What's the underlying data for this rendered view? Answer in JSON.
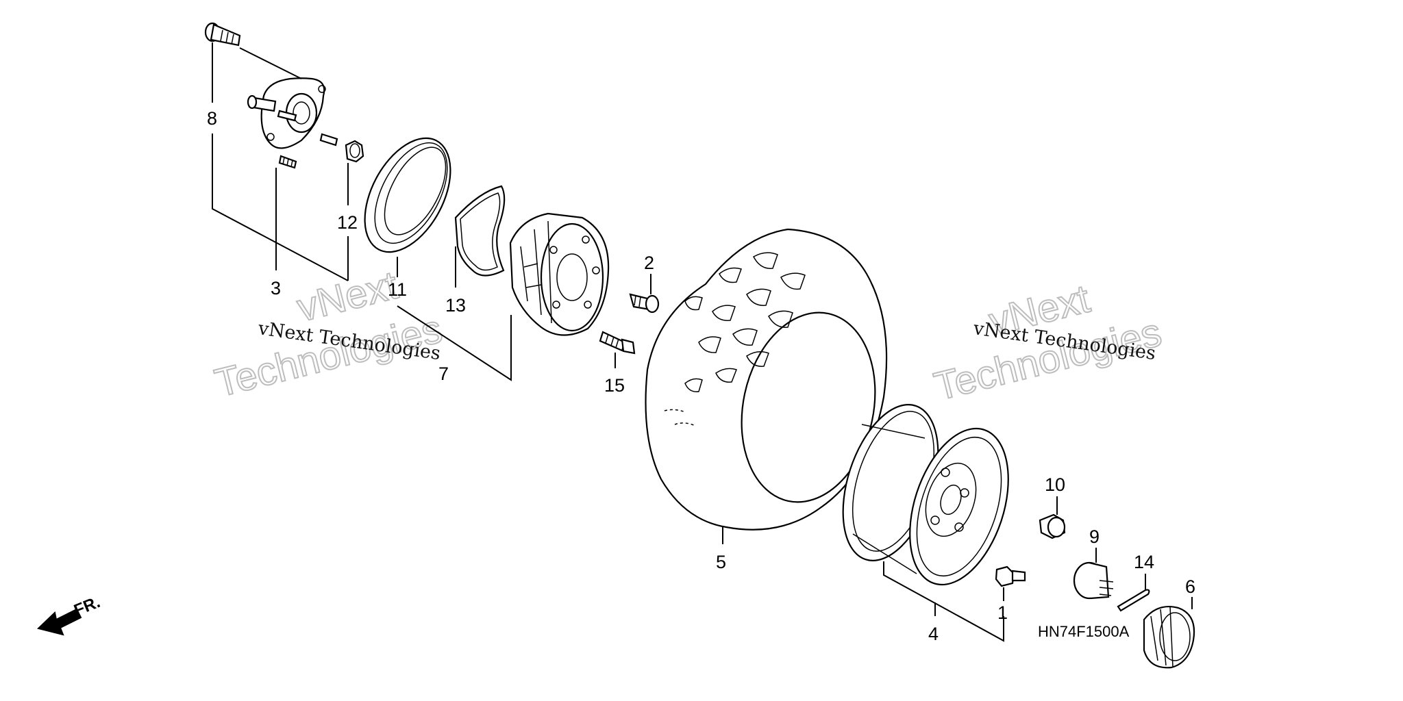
{
  "diagram": {
    "callouts": {
      "c1": "1",
      "c2": "2",
      "c3": "3",
      "c4": "4",
      "c5": "5",
      "c6": "6",
      "c7": "7",
      "c8": "8",
      "c9": "9",
      "c10": "10",
      "c11": "11",
      "c12": "12",
      "c13": "13",
      "c14": "14",
      "c15": "15"
    },
    "diagram_code": "HN74F1500A",
    "direction_label": "FR."
  },
  "watermark": {
    "line1": "vNext Technologies",
    "outline_top": "vNext",
    "outline_bottom": "Technologies"
  }
}
